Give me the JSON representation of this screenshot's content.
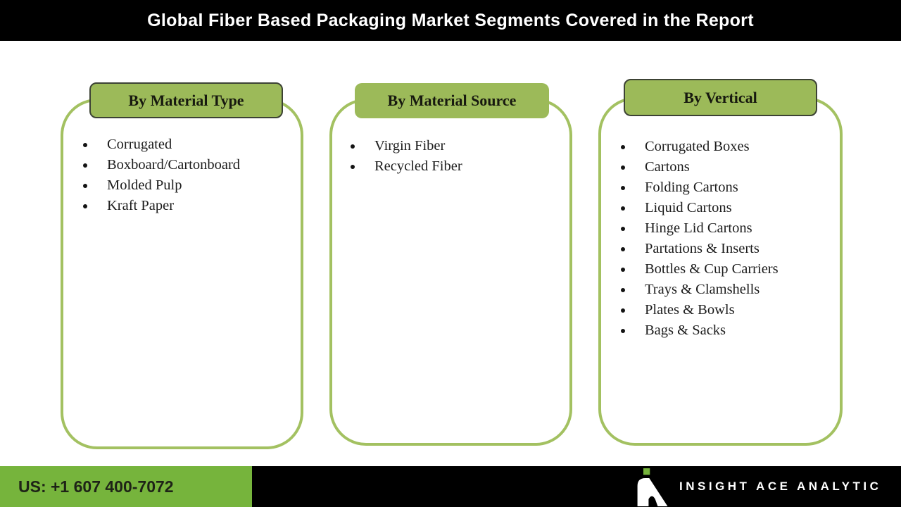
{
  "title": "Global Fiber Based Packaging Market Segments Covered in the Report",
  "colors": {
    "badge_green": "#9CBA59",
    "panel_border_green": "#A3C161",
    "footer_green": "#76B43C",
    "bar_black": "#000000",
    "text_dark": "#1c1c1c",
    "text_white": "#ffffff"
  },
  "panels": [
    {
      "header": "By Material Type",
      "items": [
        "Corrugated",
        "Boxboard/Cartonboard",
        "Molded Pulp",
        "Kraft Paper"
      ]
    },
    {
      "header": "By Material Source",
      "items": [
        "Virgin Fiber",
        "Recycled Fiber"
      ]
    },
    {
      "header": "By Vertical",
      "items": [
        "Corrugated Boxes",
        "Cartons",
        "Folding Cartons",
        "Liquid Cartons",
        "Hinge Lid Cartons",
        "Partations & Inserts",
        "Bottles & Cup Carriers",
        "Trays & Clamshells",
        "Plates & Bowls",
        "Bags & Sacks"
      ]
    }
  ],
  "footer": {
    "phone": "US: +1 607 400-7072",
    "brand": "INSIGHT ACE ANALYTIC"
  }
}
